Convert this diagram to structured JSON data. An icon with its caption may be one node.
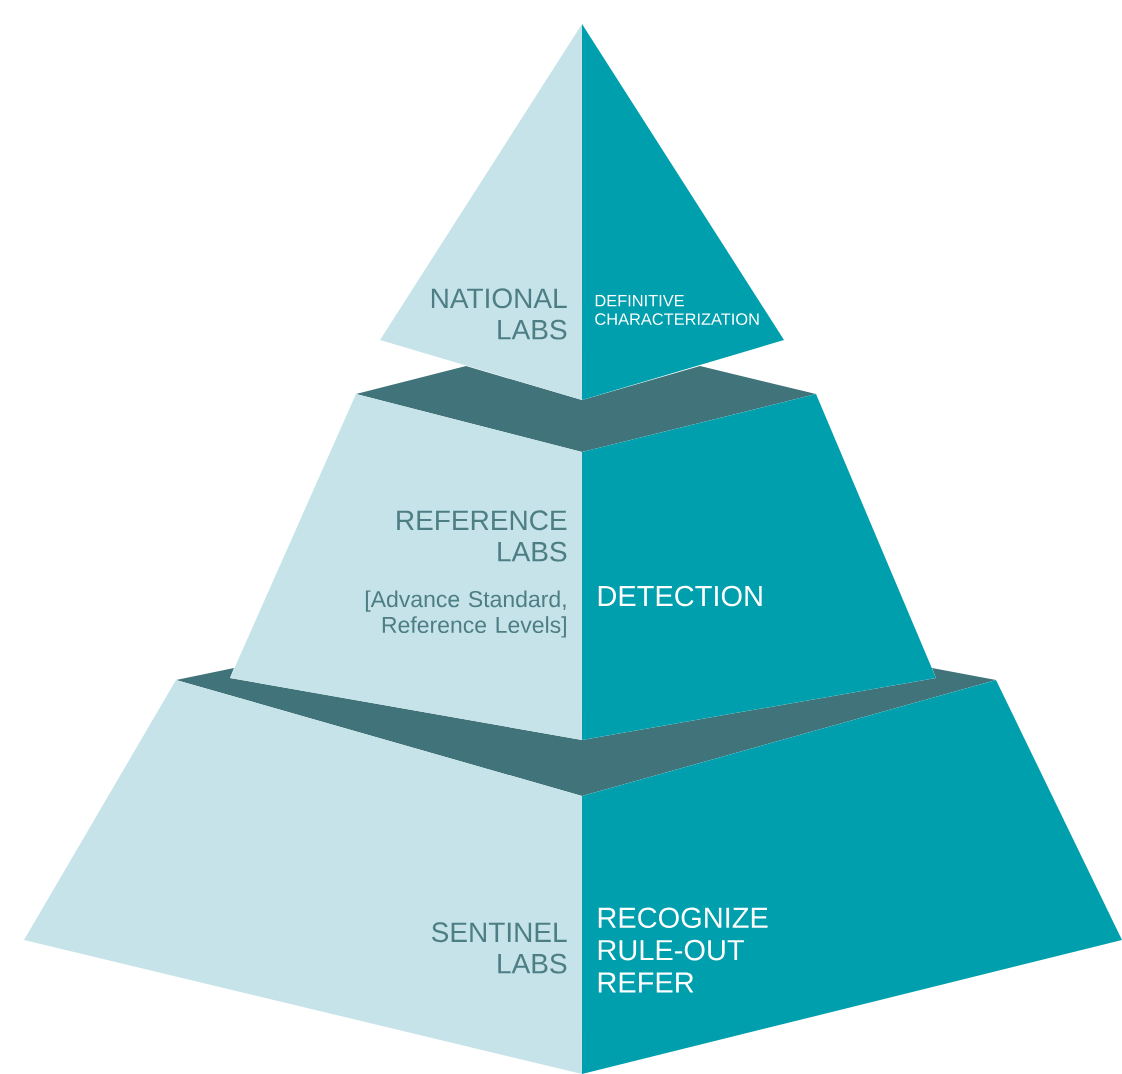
{
  "diagram": {
    "nodes": [
      {
        "text": [
          "NATIONAL LABS",
          "DEFINITIVE CHARACTERIZATION"
        ]
      },
      {
        "text": [
          "REFERENCE LABS",
          "[Advance Standard, Reference Levels]",
          "DETECTION"
        ]
      },
      {
        "text": [
          "SENTINEL LABS",
          "RECOGNIZE RULE-OUT REFER"
        ]
      }
    ]
  }
}
